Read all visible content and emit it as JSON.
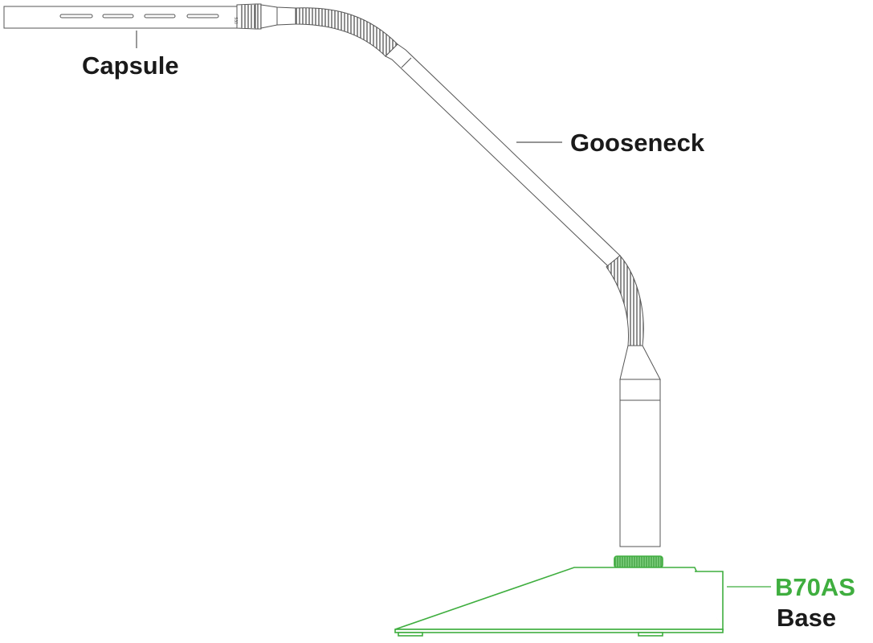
{
  "labels": {
    "capsule": "Capsule",
    "gooseneck": "Gooseneck",
    "base_model": "B70AS",
    "base": "Base"
  },
  "collar_marking": "S30",
  "colors": {
    "outline": "#555555",
    "accent": "#3fae3f",
    "text": "#1a1a1a"
  }
}
